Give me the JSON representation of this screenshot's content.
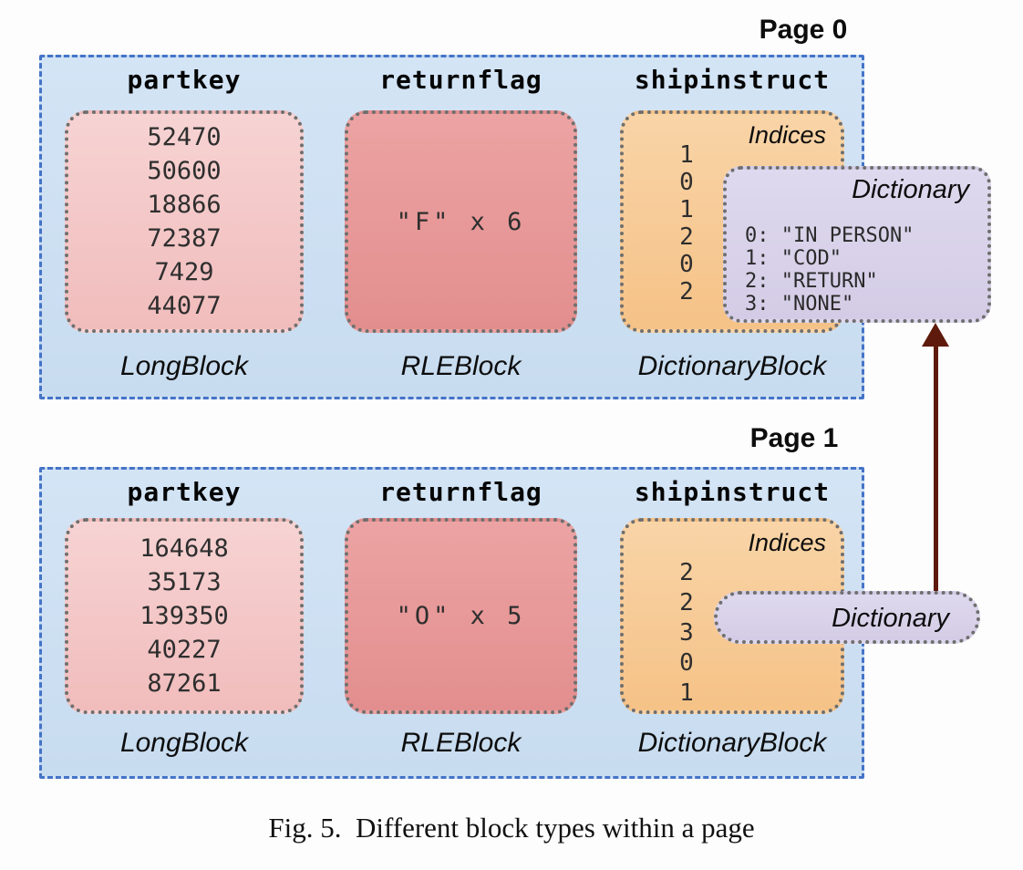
{
  "figure": {
    "caption": "Fig. 5.  Different block types within a page"
  },
  "colors": {
    "page_fill": "#cfe2f3",
    "page_border": "#4573c8",
    "long_block_fill": "#f4c7c7",
    "rle_block_fill": "#e89898",
    "dictionary_block_fill": "#f8cb9b",
    "dictionary_box_fill": "#d9d2e9",
    "dotted_border": "#6f6f6f",
    "arrow": "#5e1a0c"
  },
  "pages": [
    {
      "title": "Page 0",
      "columns": {
        "partkey": {
          "header": "partkey",
          "label": "LongBlock",
          "values": [
            "52470",
            "50600",
            "18866",
            "72387",
            "7429",
            "44077"
          ]
        },
        "returnflag": {
          "header": "returnflag",
          "label": "RLEBlock",
          "value": "\"F\" x 6"
        },
        "shipinstruct": {
          "header": "shipinstruct",
          "label": "DictionaryBlock",
          "indices_title": "Indices",
          "indices": [
            "1",
            "0",
            "1",
            "2",
            "0",
            "2"
          ]
        }
      },
      "dictionary": {
        "title": "Dictionary",
        "entries": [
          "0: \"IN PERSON\"",
          "1: \"COD\"",
          "2: \"RETURN\"",
          "3: \"NONE\""
        ]
      }
    },
    {
      "title": "Page 1",
      "columns": {
        "partkey": {
          "header": "partkey",
          "label": "LongBlock",
          "values": [
            "164648",
            "35173",
            "139350",
            "40227",
            "87261"
          ]
        },
        "returnflag": {
          "header": "returnflag",
          "label": "RLEBlock",
          "value": "\"O\" x 5"
        },
        "shipinstruct": {
          "header": "shipinstruct",
          "label": "DictionaryBlock",
          "indices_title": "Indices",
          "indices": [
            "2",
            "2",
            "3",
            "0",
            "1"
          ]
        }
      },
      "dictionary": {
        "title": "Dictionary"
      }
    }
  ]
}
